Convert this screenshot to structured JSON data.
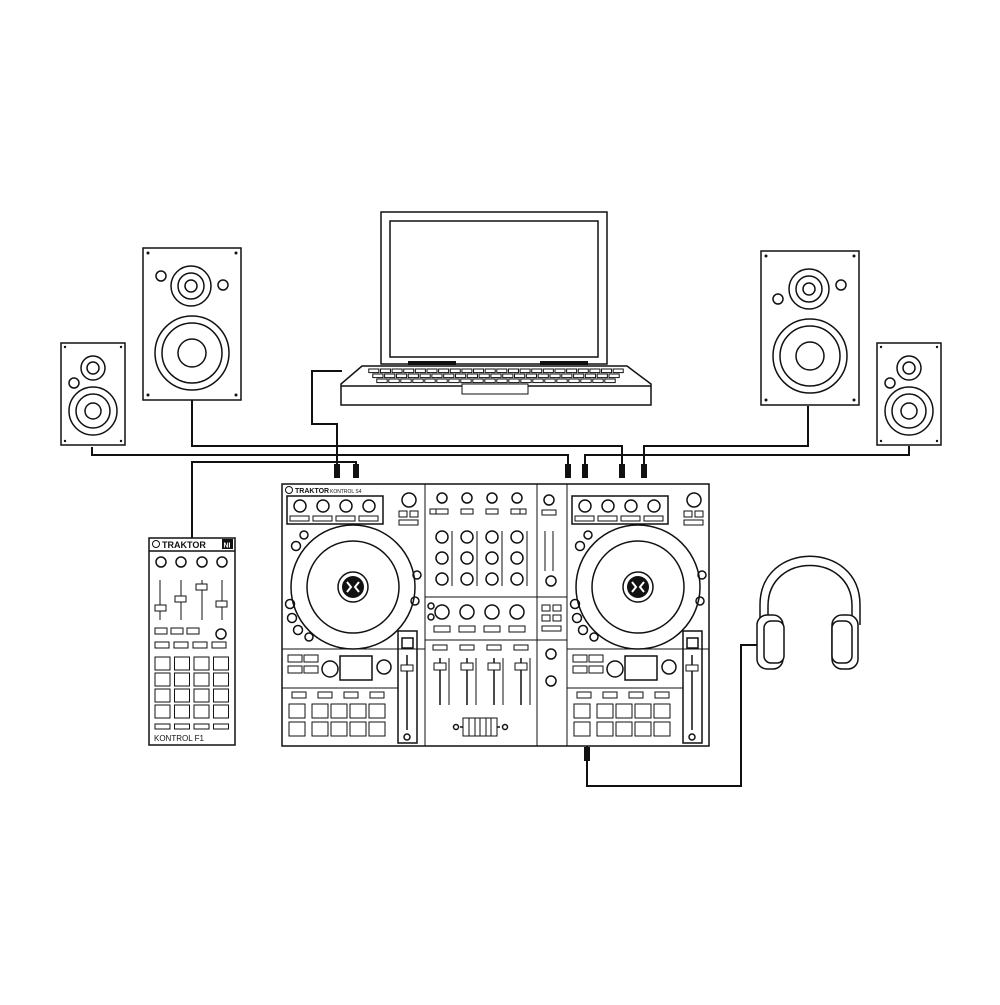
{
  "controller": {
    "brand": "TRAKTOR",
    "model": "KONTROL S4",
    "logo_icon": "ni-traktor-logo-icon"
  },
  "f1": {
    "brand": "TRAKTOR",
    "label": "KONTROL F1",
    "badge": "NI"
  },
  "colors": {
    "line": "#111111",
    "background": "#ffffff"
  }
}
